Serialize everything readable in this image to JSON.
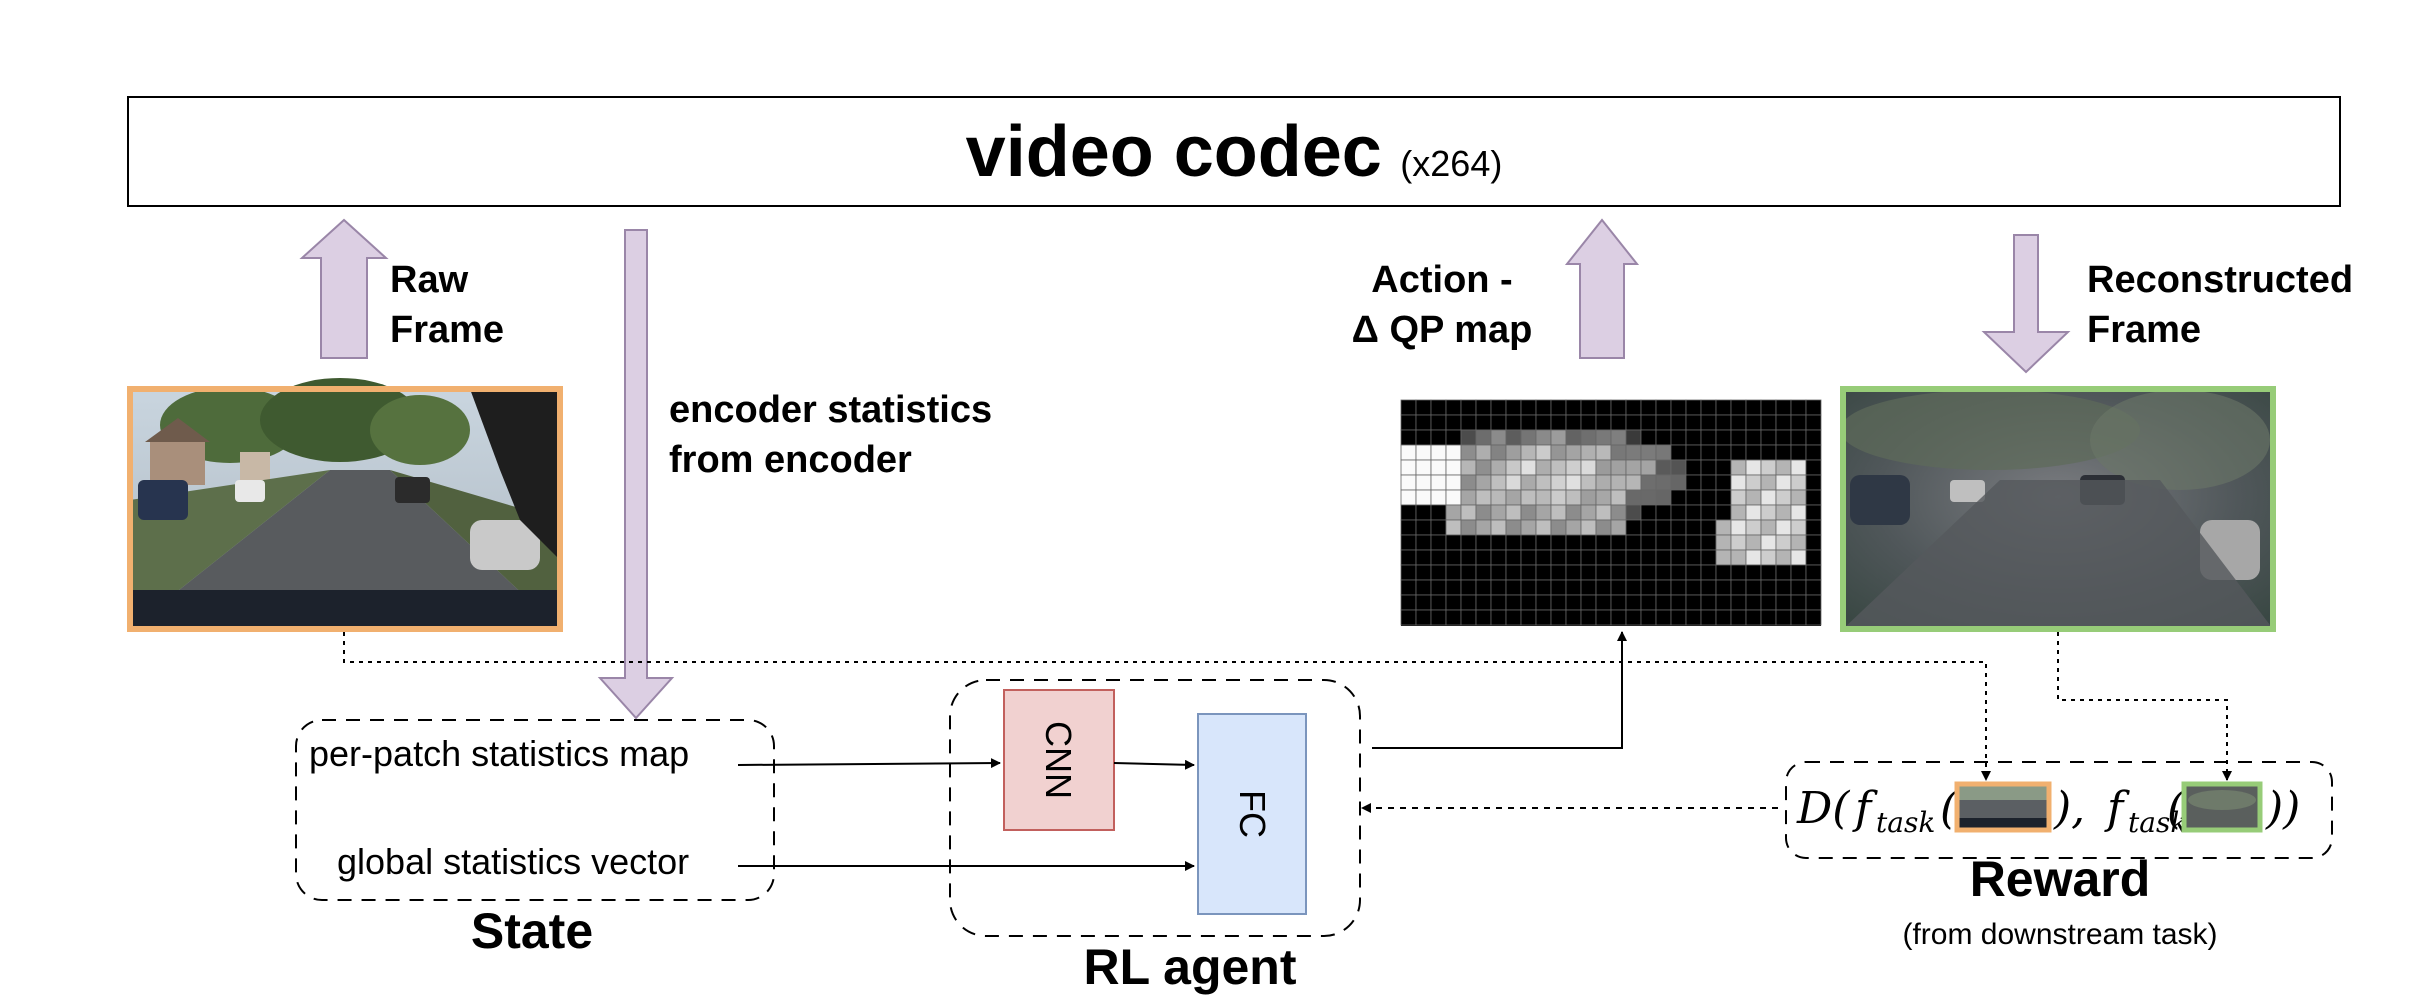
{
  "codec": {
    "title": "video codec",
    "subtitle": "(x264)"
  },
  "labels": {
    "raw_frame_line1": "Raw",
    "raw_frame_line2": "Frame",
    "encoder_stats_line1": "encoder statistics",
    "encoder_stats_line2": "from encoder",
    "action_line1": "Action -",
    "action_line2": "Δ QP map",
    "reconstructed_line1": "Reconstructed",
    "reconstructed_line2": "Frame"
  },
  "state": {
    "title": "State",
    "item1": "per-patch statistics map",
    "item2": "global statistics vector"
  },
  "agent": {
    "title": "RL agent",
    "cnn": "CNN",
    "fc": "FC"
  },
  "reward": {
    "title": "Reward",
    "subtitle": "(from downstream task)",
    "formula_d": "D(",
    "formula_f1": "f",
    "formula_sub": "task",
    "formula_paren_open": "(",
    "formula_mid": "), ",
    "formula_f2": "f",
    "formula_end": "))"
  },
  "colors": {
    "arrow_fill": "#dccfe3",
    "arrow_stroke": "#9a86a8",
    "raw_frame_border": "#f1b06f",
    "reconstructed_border": "#97cc78",
    "cnn_fill": "#f1d1d0",
    "cnn_stroke": "#c2605d",
    "fc_fill": "#d8e6fb",
    "fc_stroke": "#7b95bd"
  }
}
